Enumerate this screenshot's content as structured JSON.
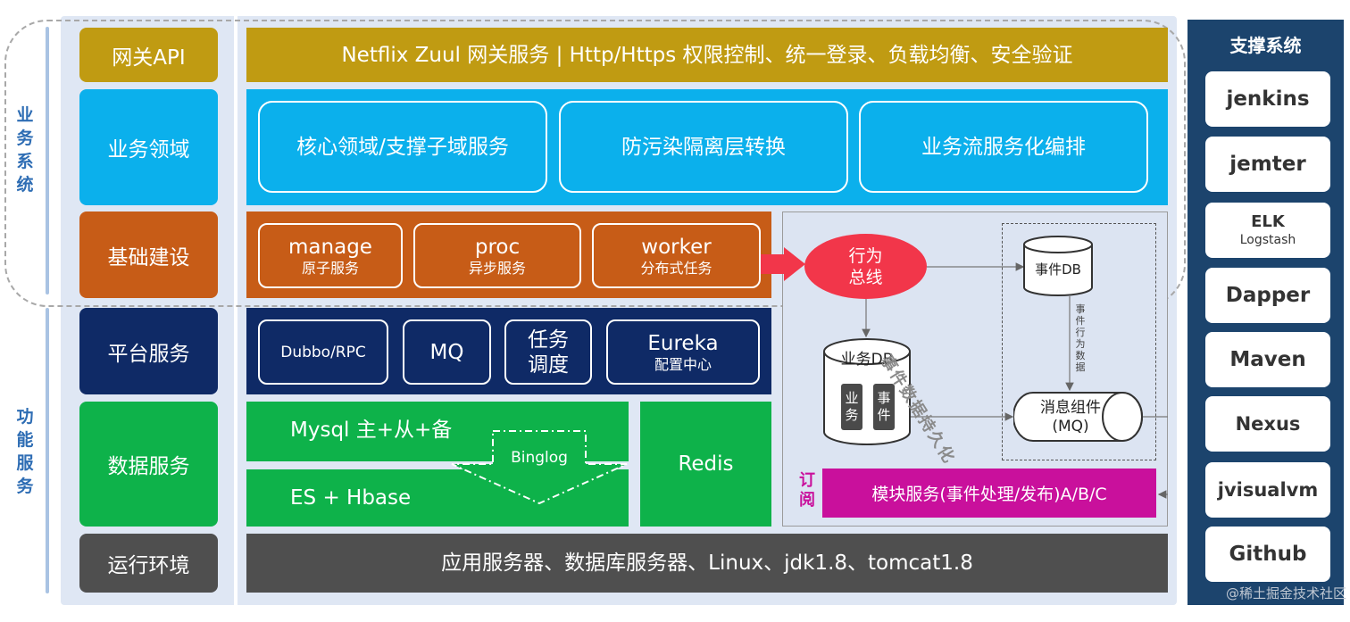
{
  "left_labels": {
    "business_system": "业务系统",
    "functional_services": "功能服务"
  },
  "layers": {
    "gateway": "网关API",
    "domain": "业务领域",
    "infrastructure": "基础建设",
    "platform": "平台服务",
    "data": "数据服务",
    "runtime": "运行环境"
  },
  "gateway_band": "Netflix Zuul 网关服务 | Http/Https 权限控制、统一登录、负载均衡、安全验证",
  "domain_items": [
    "核心领域/支撑子域服务",
    "防污染隔离层转换",
    "业务流服务化编排"
  ],
  "infra_items": [
    {
      "title": "manage",
      "sub": "原子服务"
    },
    {
      "title": "proc",
      "sub": "异步服务"
    },
    {
      "title": "worker",
      "sub": "分布式任务"
    }
  ],
  "platform_items": {
    "dubbo": "Dubbo/RPC",
    "mq": "MQ",
    "scheduler": "任务\n调度",
    "eureka": "Eureka",
    "eureka_sub": "配置中心"
  },
  "data_items": {
    "mysql": "Mysql 主+从+备",
    "binglog": "Binglog",
    "es": "ES + Hbase",
    "redis": "Redis"
  },
  "runtime_band": "应用服务器、数据库服务器、Linux、jdk1.8、tomcat1.8",
  "event_panel": {
    "bus": "行为\n总线",
    "event_db": "事件DB",
    "business_db": "业务DB",
    "biz_mini": "业\n务",
    "event_mini": "事\n件",
    "persist": "事件数据持久化",
    "event_behavior": "事件行为数据",
    "message": "消息组件\n(MQ)",
    "subscribe": "订\n阅",
    "module": "模块服务(事件处理/发布)A/B/C"
  },
  "support": {
    "title": "支撑系统",
    "items": [
      {
        "name": "jenkins"
      },
      {
        "name": "jemter"
      },
      {
        "name": "ELK",
        "sub": "Logstash"
      },
      {
        "name": "Dapper"
      },
      {
        "name": "Maven"
      },
      {
        "name": "Nexus"
      },
      {
        "name": "jvisualvm"
      },
      {
        "name": "Github"
      }
    ]
  },
  "watermark": "@稀土掘金技术社区",
  "colors": {
    "gateway": "#c09b12",
    "domain": "#0bb0ec",
    "infra": "#c75c17",
    "platform": "#0f2a66",
    "data": "#0eb24a",
    "runtime": "#4f4f4f",
    "bus": "#f2364a",
    "module": "#c9109c",
    "support_panel": "#1c446d"
  }
}
